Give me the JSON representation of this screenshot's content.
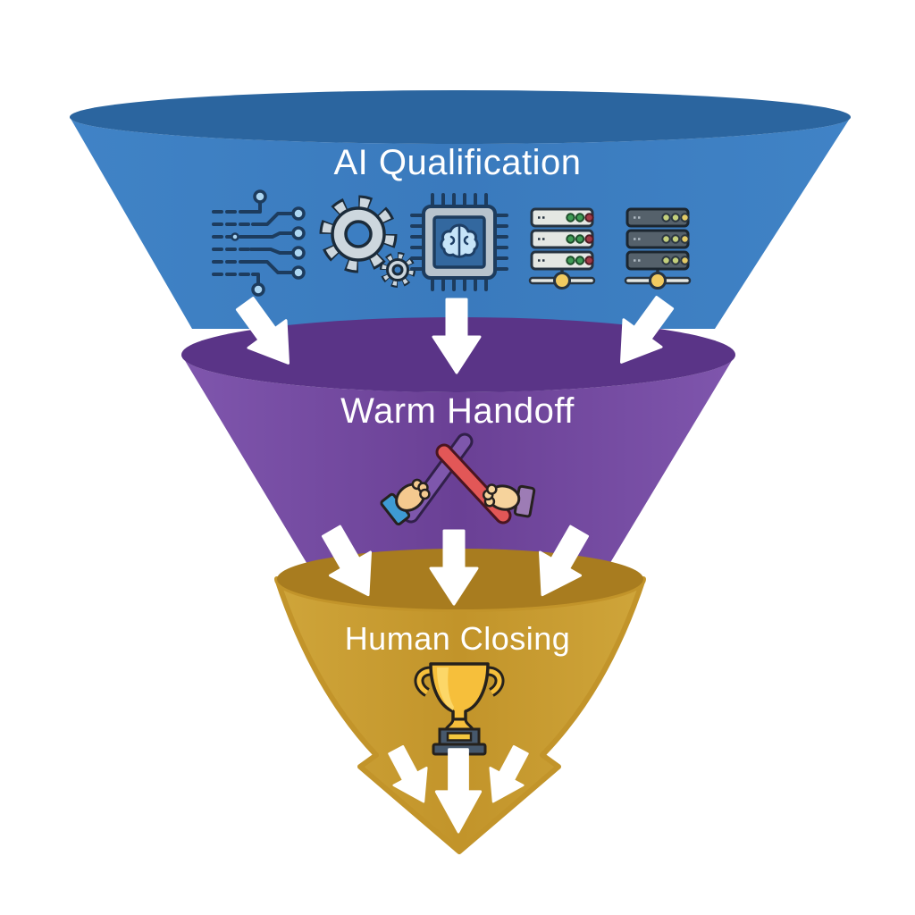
{
  "diagram": {
    "type": "funnel",
    "orientation": "top-to-bottom",
    "background": "#ffffff",
    "stages": [
      {
        "label": "AI Qualification",
        "body_color": "#3a7abd",
        "rim_color": "#2b659f",
        "text_color": "#ffffff",
        "icons": [
          "circuit-branches",
          "dual-gears",
          "ai-chip-brain",
          "server-rack-light",
          "server-rack-dark"
        ]
      },
      {
        "label": "Warm Handoff",
        "body_color": "#6a4095",
        "rim_color": "#5a3487",
        "text_color": "#ffffff",
        "icons": [
          "baton-handoff"
        ]
      },
      {
        "label": "Human Closing",
        "body_color": "#c2942a",
        "rim_color": "#a87c1f",
        "text_color": "#ffffff",
        "icons": [
          "trophy"
        ]
      }
    ],
    "flow_arrows": {
      "color": "#ffffff",
      "stage1_to_stage2_count": 3,
      "stage2_to_stage3_count": 3,
      "funnel_exit_count": 3
    }
  }
}
